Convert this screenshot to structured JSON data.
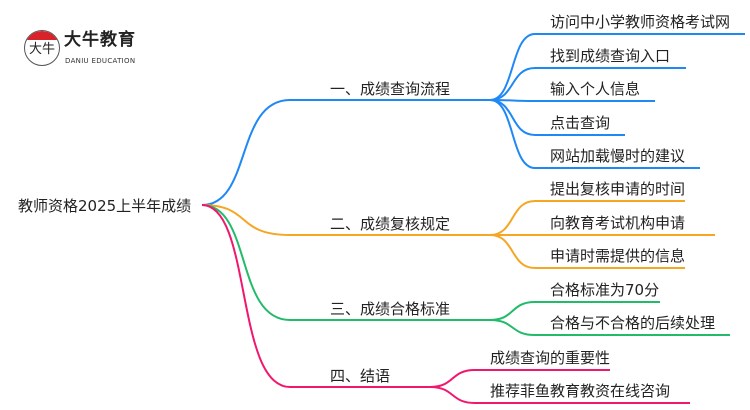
{
  "logo": {
    "glyph": "大牛",
    "name": "大牛教育",
    "subtitle": "DANIU EDUCATION"
  },
  "root": "教师资格2025上半年成绩",
  "branches": [
    {
      "label": "一、成绩查询流程",
      "color": "#1E88F5",
      "children": [
        "访问中小学教师资格考试网",
        "找到成绩查询入口",
        "输入个人信息",
        "点击查询",
        "网站加载慢时的建议"
      ]
    },
    {
      "label": "二、成绩复核规定",
      "color": "#F5A623",
      "children": [
        "提出复核申请的时间",
        "向教育考试机构申请",
        "申请时需提供的信息"
      ]
    },
    {
      "label": "三、成绩合格标准",
      "color": "#22BB6A",
      "children": [
        "合格标准为70分",
        "合格与不合格的后续处理"
      ]
    },
    {
      "label": "四、结语",
      "color": "#F0186E",
      "children": [
        "成绩查询的重要性",
        "推荐菲鱼教育教资在线咨询"
      ]
    }
  ]
}
